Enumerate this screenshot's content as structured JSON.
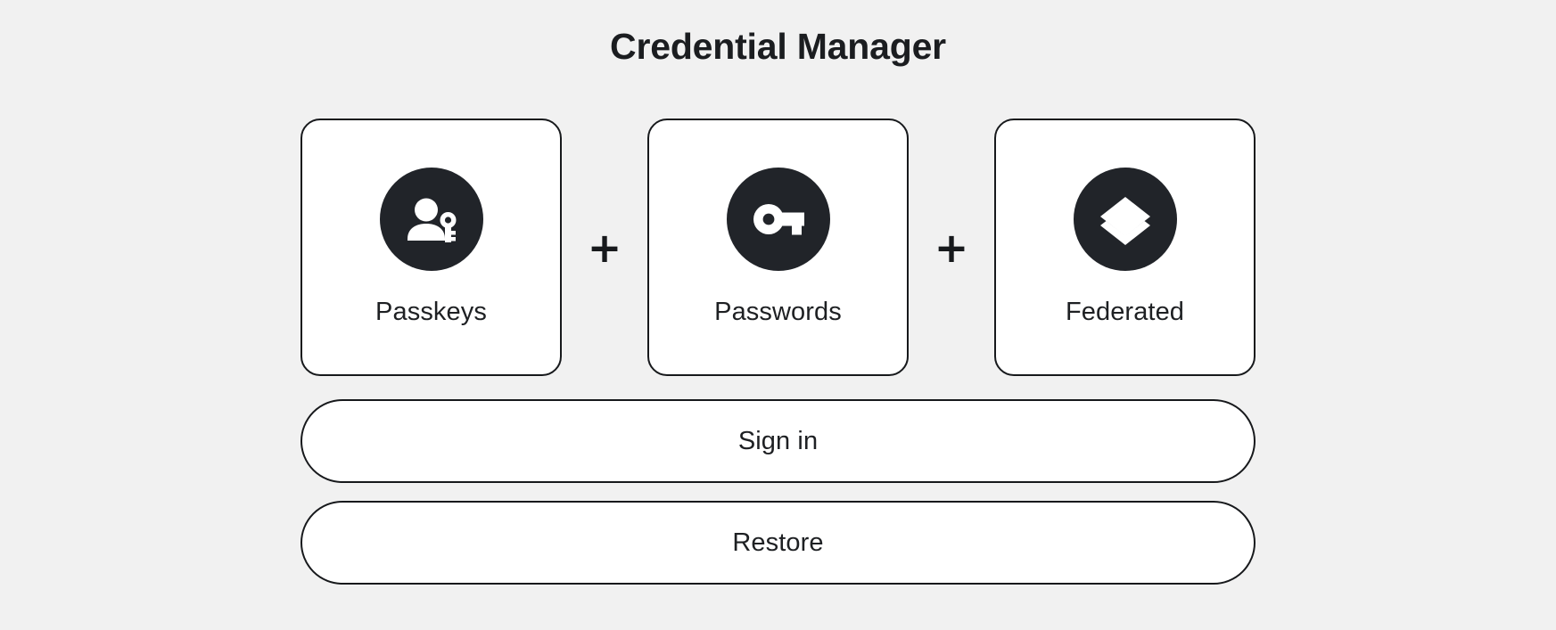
{
  "page": {
    "title": "Credential Manager",
    "background_color": "#f1f1f1",
    "ink_color": "#17191c",
    "card_background": "#ffffff",
    "icon_circle_color": "#212429",
    "icon_glyph_color": "#ffffff"
  },
  "cards": [
    {
      "label": "Passkeys",
      "icon": "person-key-icon"
    },
    {
      "label": "Passwords",
      "icon": "key-icon"
    },
    {
      "label": "Federated",
      "icon": "layers-icon"
    }
  ],
  "separators": [
    {
      "symbol": "+"
    },
    {
      "symbol": "+"
    }
  ],
  "actions": [
    {
      "label": "Sign in"
    },
    {
      "label": "Restore"
    }
  ]
}
